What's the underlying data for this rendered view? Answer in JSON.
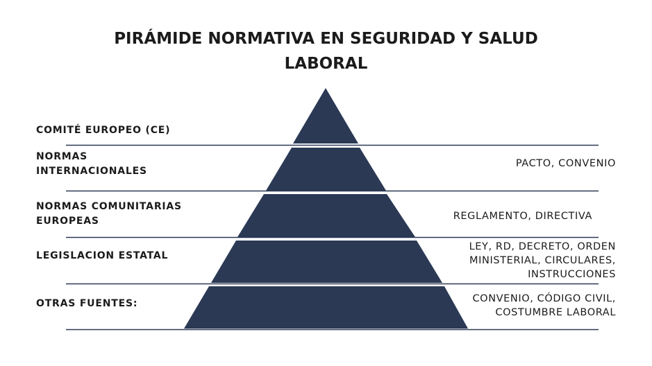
{
  "title": {
    "line1": "PIRÁMIDE NORMATIVA  EN SEGURIDAD Y SALUD",
    "line2": "LABORAL"
  },
  "colors": {
    "pyramid_fill": "#2b3955",
    "divider": "#2b3955",
    "text": "#1b1b1b"
  },
  "levels": [
    {
      "left": "COMITÉ EUROPEO (CE)",
      "right": ""
    },
    {
      "left": "NORMAS\nINTERNACIONALES",
      "right": "PACTO, CONVENIO"
    },
    {
      "left": "NORMAS COMUNITARIAS\nEUROPEAS",
      "right": "REGLAMENTO, DIRECTIVA"
    },
    {
      "left": "LEGISLACION ESTATAL",
      "right": "LEY, RD, DECRETO,  ORDEN\nMINISTERIAL, CIRCULARES,\nINSTRUCCIONES"
    },
    {
      "left": "OTRAS FUENTES:",
      "right": "CONVENIO, CÓDIGO CIVIL,\nCOSTUMBRE LABORAL"
    }
  ]
}
